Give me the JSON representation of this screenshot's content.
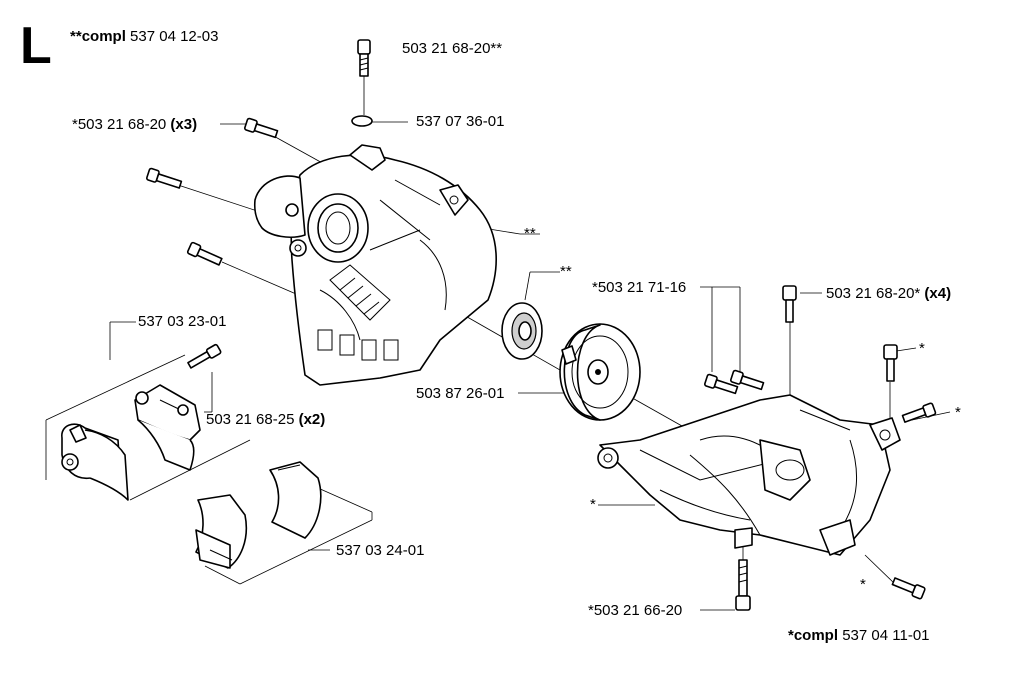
{
  "section_letter": "L",
  "assemblies": {
    "crankcase_upper": {
      "prefix": "**",
      "word": "compl",
      "number": "537 04 12-03"
    },
    "crankcase_lower": {
      "prefix": "*",
      "word": "compl",
      "number": "537 04 11-01"
    }
  },
  "labels": {
    "screw_top": "503 21 68-20**",
    "washer": "537 07 36-01",
    "screws_left_text": "*503 21 68-20",
    "screws_left_qty": "(x3)",
    "housing_marker": "**",
    "bearing_marker": "**",
    "holder": "537 03 23-01",
    "holder_screw_text": "503 21 68-25",
    "holder_screw_qty": "(x2)",
    "clamp": "537 03 24-01",
    "clutch_drum": "503 87 26-01",
    "screws_mid": "*503 21 71-16",
    "screws_right_text": "503 21 68-20*",
    "screws_right_qty": "(x4)",
    "marker_right_top": "*",
    "marker_right_mid": "*",
    "marker_lower_left": "*",
    "marker_lower_right": "*",
    "screw_bottom": "*503 21 66-20"
  }
}
